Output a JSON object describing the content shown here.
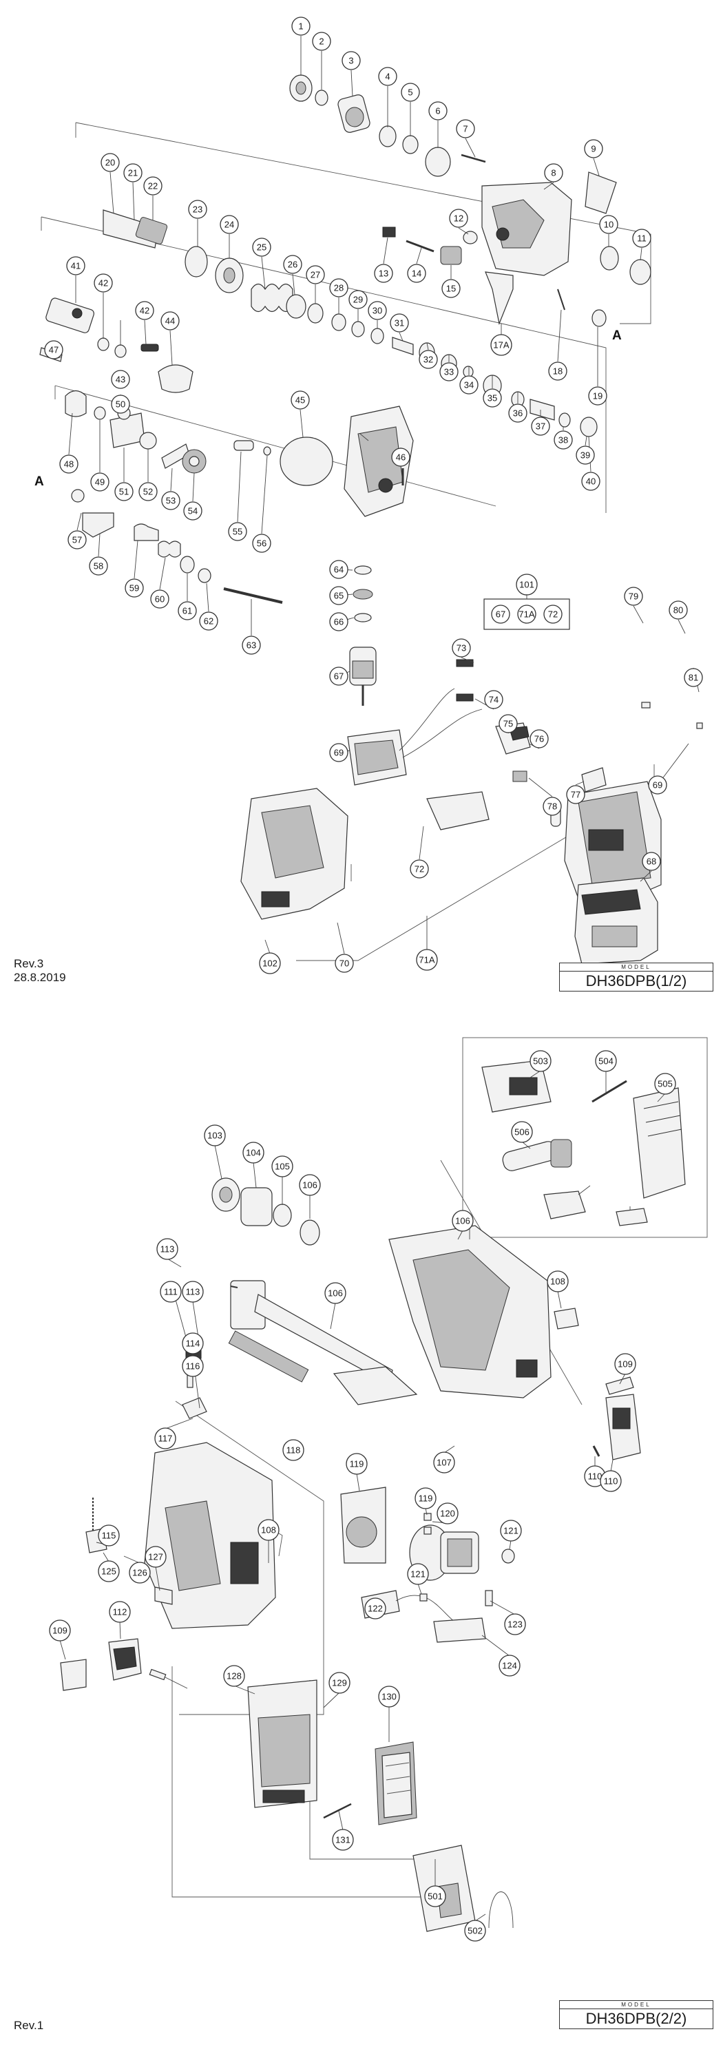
{
  "sheet1": {
    "revision": "Rev.3",
    "date": "28.8.2019",
    "model_caption": "MODEL",
    "model_name": "DH36DPB(1/2)",
    "section_marker": "A",
    "kit_81": [
      "67",
      "71A",
      "72"
    ]
  },
  "sheet2": {
    "revision": "Rev.1",
    "model_caption": "MODEL",
    "model_name": "DH36DPB(2/2)"
  },
  "callouts": [
    "1",
    "2",
    "3",
    "4",
    "5",
    "6",
    "7",
    "8",
    "9",
    "10",
    "11",
    "12",
    "13",
    "14",
    "15",
    "17A",
    "18",
    "19",
    "20",
    "21",
    "22",
    "23",
    "24",
    "25",
    "26",
    "27",
    "28",
    "29",
    "30",
    "31",
    "32",
    "33",
    "34",
    "35",
    "36",
    "37",
    "38",
    "39",
    "40",
    "41",
    "42",
    "42",
    "43",
    "44",
    "45",
    "46",
    "47",
    "48",
    "49",
    "50",
    "51",
    "52",
    "53",
    "54",
    "55",
    "56",
    "57",
    "58",
    "59",
    "60",
    "61",
    "62",
    "63",
    "64",
    "65",
    "66",
    "67",
    "69",
    "69",
    "70",
    "71A",
    "72",
    "73",
    "74",
    "75",
    "76",
    "77",
    "78",
    "79",
    "80",
    "81",
    "68",
    "101",
    "102",
    "103",
    "104",
    "105",
    "106",
    "106",
    "106",
    "107",
    "108",
    "108",
    "109",
    "109",
    "110",
    "110",
    "111",
    "112",
    "113",
    "113",
    "114",
    "115",
    "116",
    "117",
    "118",
    "119",
    "119",
    "120",
    "121",
    "121",
    "122",
    "123",
    "124",
    "125",
    "126",
    "127",
    "128",
    "129",
    "130",
    "131",
    "501",
    "502",
    "503",
    "504",
    "505",
    "506"
  ]
}
